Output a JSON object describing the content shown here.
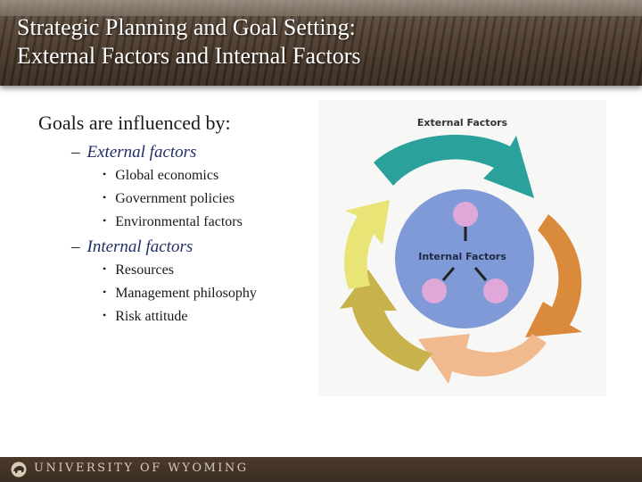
{
  "header": {
    "title_line1": "Strategic Planning and Goal Setting:",
    "title_line2": "External Factors and Internal Factors"
  },
  "content": {
    "heading": "Goals are influenced by:",
    "groups": [
      {
        "dash": "–",
        "label": "External factors",
        "items": [
          "Global economics",
          "Government policies",
          "Environmental factors"
        ]
      },
      {
        "dash": "–",
        "label": "Internal factors",
        "items": [
          "Resources",
          "Management philosophy",
          "Risk attitude"
        ]
      }
    ],
    "bullet": "•"
  },
  "diagram": {
    "outer_label": "External Factors",
    "inner_label": "Internal Factors",
    "colors": {
      "teal": "#2aa19b",
      "orange": "#d98a3a",
      "peach": "#f0b98e",
      "olive": "#c8b24c",
      "yellow": "#e8e475",
      "circle": "#7f9ad6",
      "node": "#e0a8d8"
    }
  },
  "footer": {
    "logo_icon": "bison-logo-icon",
    "institution": "UNIVERSITY OF WYOMING"
  }
}
